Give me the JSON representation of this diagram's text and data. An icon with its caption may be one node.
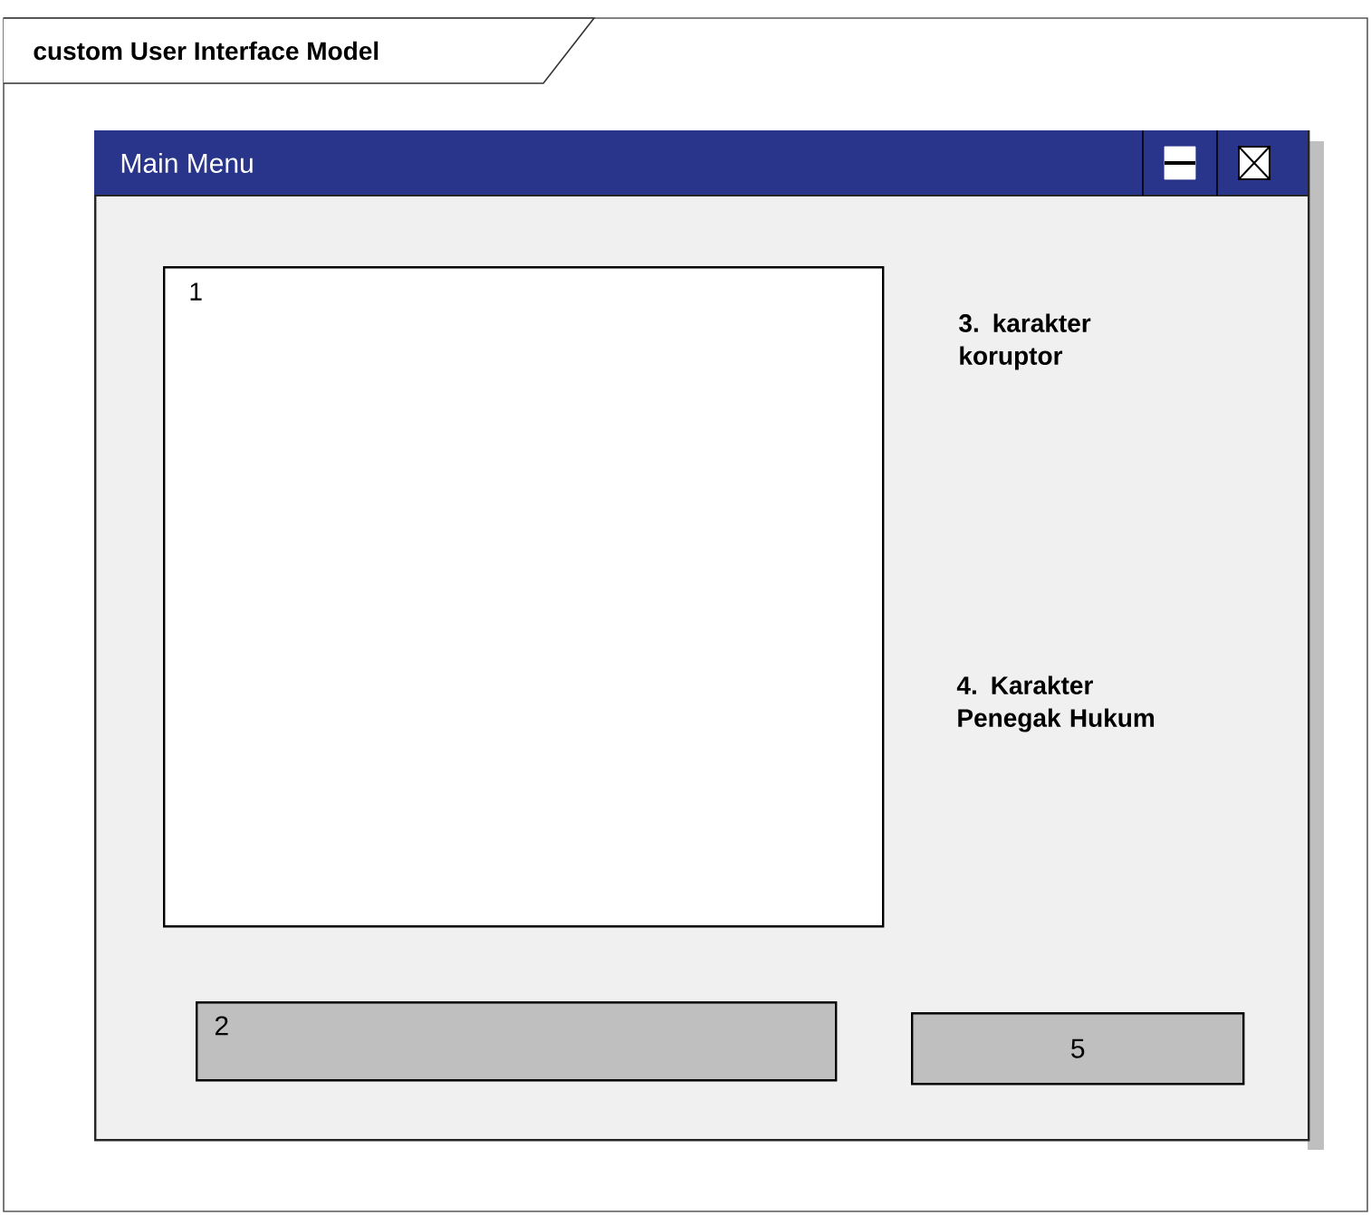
{
  "diagram": {
    "nodes": [
      {
        "text": [
          "custom User Interface Model"
        ]
      },
      {
        "text": [
          "Main Menu"
        ],
        "in": 0
      },
      {
        "text": [
          "1"
        ],
        "in": 1
      },
      {
        "text": [
          "2"
        ],
        "in": 1
      },
      {
        "text": [
          "5"
        ],
        "in": 1
      }
    ],
    "labels": [
      "3. karakter koruptor",
      "4. Karakter Penegak Hukum"
    ]
  }
}
